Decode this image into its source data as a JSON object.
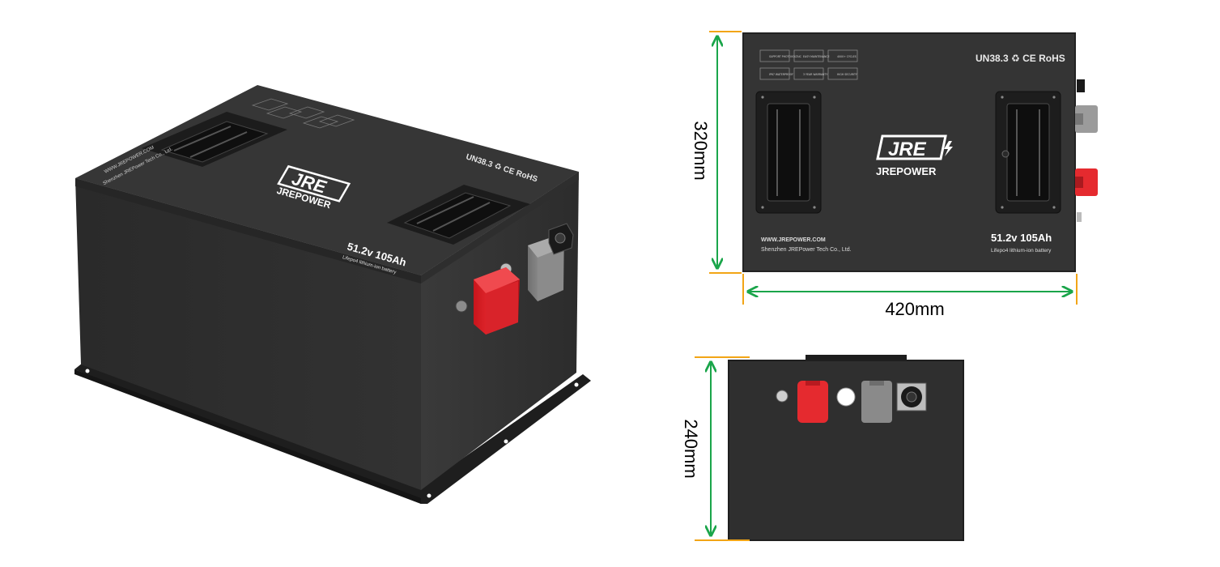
{
  "brand": {
    "logo_text": "JRE",
    "name": "JREPOWER",
    "website": "WWW.JREPOWER.COM",
    "company": "Shenzhen JREPower Tech Co., Ltd."
  },
  "battery": {
    "model": "51.2v 105Ah",
    "chemistry": "Lifepo4 lithium-ion battery",
    "certifications": "UN38.3 ♻ CE RoHS"
  },
  "feature_badges": [
    "SUPPORT PHOTOVOLTAIC",
    "EASY MAINTENANCE",
    "4000+ CYCLES",
    "IP67 WATERPROOF",
    "3 YEAR WARRANTY",
    "HIGH SECURITY"
  ],
  "dimensions": {
    "length": "420mm",
    "width": "320mm",
    "height": "240mm"
  },
  "colors": {
    "casing": "#2b2b2b",
    "casing_top": "#333333",
    "positive_terminal": "#e52a2f",
    "negative_terminal": "#8a8a8a",
    "dimension_line": "#1aa54a",
    "dimension_tick": "#f2a516"
  },
  "icons": [
    "recycle-icon",
    "lightning-bolt-icon",
    "handle-icon",
    "dimension-arrow-icon"
  ]
}
